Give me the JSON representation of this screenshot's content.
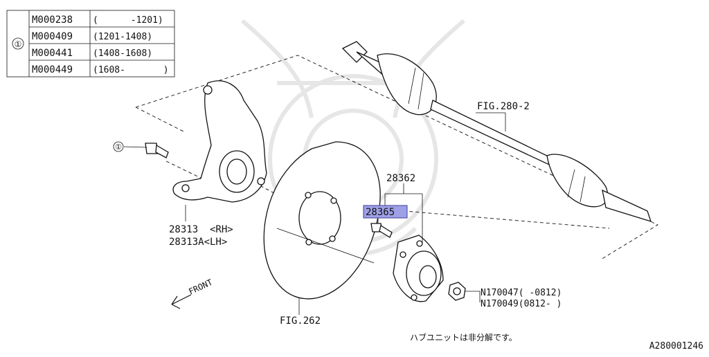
{
  "table": {
    "marker": "①",
    "rows": [
      {
        "code": "M000238",
        "range": "(      -1201)"
      },
      {
        "code": "M000409",
        "range": "(1201-1408)"
      },
      {
        "code": "M000441",
        "range": "(1408-1608)"
      },
      {
        "code": "M000449",
        "range": "(1608-       )"
      }
    ]
  },
  "callouts": {
    "bolt_marker": "①",
    "fig_280": "FIG.280-2",
    "part_28362": "28362",
    "part_28365": "28365",
    "knuckle_rh": "28313  <RH>",
    "knuckle_lh": "28313A<LH>",
    "nut_1": "N170047( -0812)",
    "nut_2": "N170049(0812- )",
    "fig_262": "FIG.262",
    "front": "FRONT"
  },
  "note": "ハブユニットは非分解です。",
  "diagram_id": "A280001246",
  "colors": {
    "highlight": "#9ea0e6",
    "line": "#111111",
    "watermark": "#e6e6e6"
  }
}
